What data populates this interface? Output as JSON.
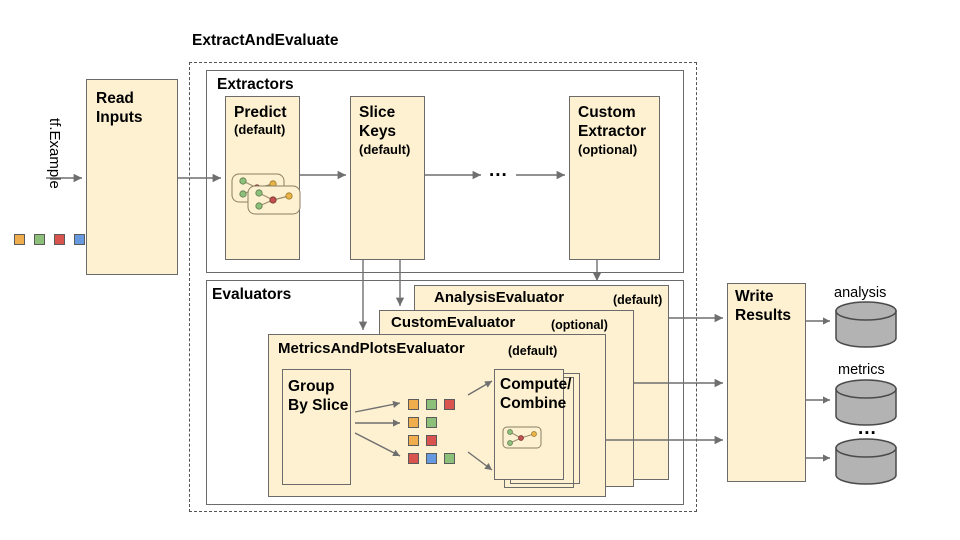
{
  "diagram": {
    "title": "ExtractAndEvaluate",
    "input_label": "tf.Example",
    "ellipsis": "...",
    "colors": {
      "box_fill": "#fdf1d1",
      "box_stroke": "#6b6b6b",
      "dashed_stroke": "#555555",
      "arrow": "#6f6f6f",
      "cylinder_fill": "#b3b3b3",
      "cylinder_stroke": "#4a4a4a",
      "swatch_orange": "#f0ad4e",
      "swatch_green": "#8cc07a",
      "swatch_red": "#d9534f",
      "swatch_blue": "#6699e0"
    },
    "input_swatches": [
      "swatch_orange",
      "swatch_green",
      "swatch_red",
      "swatch_blue"
    ],
    "read_inputs": {
      "line1": "Read",
      "line2": "Inputs"
    },
    "extractors": {
      "group_label": "Extractors",
      "nodes": [
        {
          "name": "predict",
          "title": "Predict",
          "subtitle": "(default)",
          "has_graph_icon": true
        },
        {
          "name": "slice-keys",
          "title_line1": "Slice",
          "title_line2": "Keys",
          "subtitle": "(default)",
          "has_graph_icon": false
        },
        {
          "name": "custom-extractor",
          "title_line1": "Custom",
          "title_line2": "Extractor",
          "subtitle": "(optional)",
          "has_graph_icon": false
        }
      ]
    },
    "evaluators": {
      "group_label": "Evaluators",
      "stack": [
        {
          "name": "analysis-evaluator",
          "title": "AnalysisEvaluator",
          "subtitle": "(default)"
        },
        {
          "name": "custom-evaluator",
          "title": "CustomEvaluator",
          "subtitle": "(optional)"
        },
        {
          "name": "metrics-and-plots-evaluator",
          "title": "MetricsAndPlotsEvaluator",
          "subtitle": "(default)"
        }
      ],
      "group_by_slice": {
        "line1": "Group",
        "line2": "By Slice"
      },
      "compute_combine": {
        "line1": "Compute/",
        "line2": "Combine"
      },
      "slice_rows": [
        [
          "swatch_orange",
          "swatch_green",
          "swatch_red"
        ],
        [
          "swatch_orange",
          "swatch_green"
        ],
        [
          "swatch_orange",
          "swatch_red"
        ],
        [
          "swatch_red",
          "swatch_blue",
          "swatch_green"
        ]
      ]
    },
    "write_results": {
      "line1": "Write",
      "line2": "Results"
    },
    "outputs": [
      {
        "name": "analysis-store",
        "label": "analysis"
      },
      {
        "name": "metrics-store",
        "label": "metrics"
      },
      {
        "name": "more-stores",
        "label": "..."
      }
    ]
  }
}
